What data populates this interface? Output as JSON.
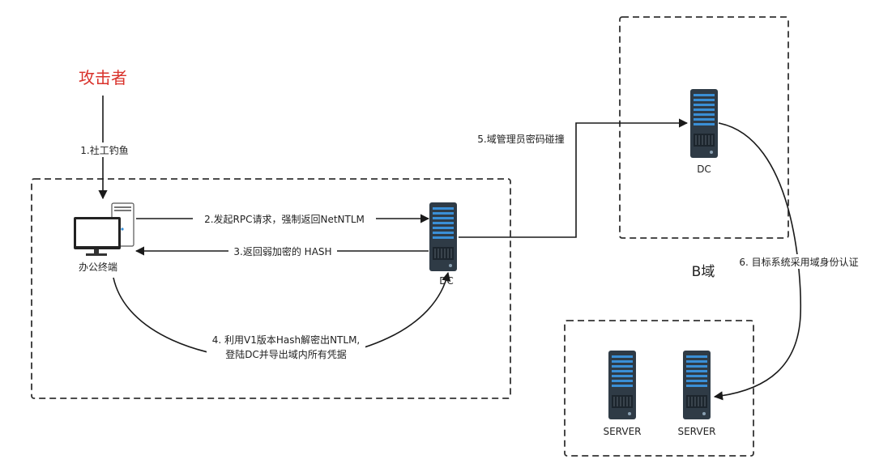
{
  "colors": {
    "attacker": "#d9322b",
    "line": "#1a1a1a",
    "server_body": "#2f3b46",
    "server_accent": "#3a8fd6"
  },
  "attacker": {
    "label": "攻击者"
  },
  "terminal": {
    "label": "办公终端"
  },
  "dc_a": {
    "label": "DC"
  },
  "dc_b": {
    "label": "DC"
  },
  "domain_b": {
    "label": "B域"
  },
  "servers": [
    {
      "label": "SERVER"
    },
    {
      "label": "SERVER"
    }
  ],
  "steps": {
    "s1": "1.社工钓鱼",
    "s2": "2.发起RPC请求，强制返回NetNTLM",
    "s3": "3.返回弱加密的 HASH",
    "s4_line1": "4. 利用V1版本Hash解密出NTLM,",
    "s4_line2": "登陆DC并导出域内所有凭据",
    "s5": "5.域管理员密码碰撞",
    "s6": "6. 目标系统采用域身份认证"
  }
}
